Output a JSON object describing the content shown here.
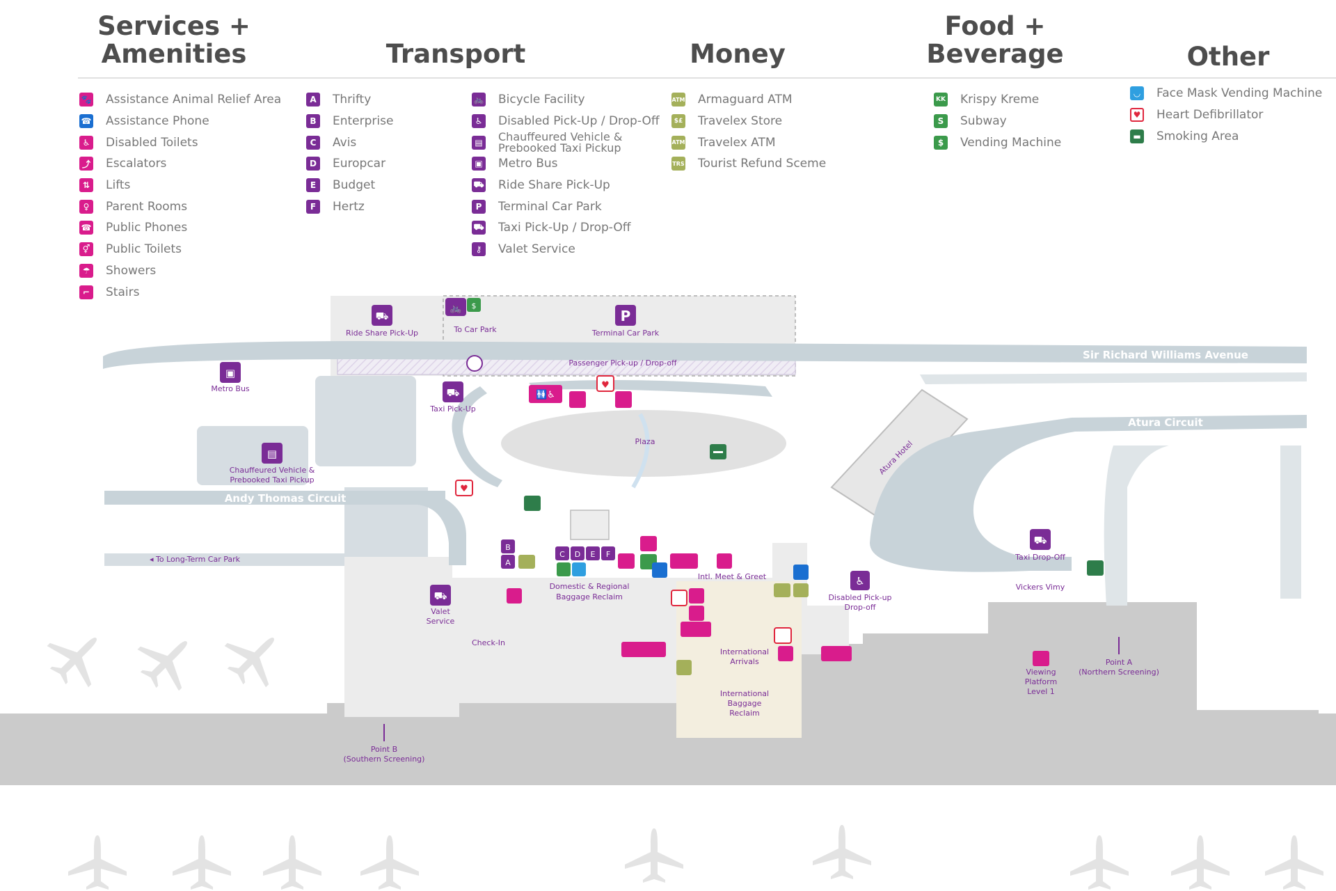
{
  "headers": {
    "services": [
      "Services +",
      "Amenities"
    ],
    "transport": "Transport",
    "money": "Money",
    "food": [
      "Food +",
      "Beverage"
    ],
    "other": "Other"
  },
  "colors": {
    "services": "#d91c8c",
    "car_hire": "#7a2c96",
    "assistance": "#1a6fd1",
    "money": "#a4b05a",
    "food": "#3b9a4b",
    "defibrillator": "#e0263d",
    "road": "#c9d3d8",
    "building": "#e9e9e9",
    "airside": "#c9c9c9"
  },
  "legend": {
    "services": [
      {
        "label": "Assistance Animal Relief Area",
        "icon": "paw-icon"
      },
      {
        "label": "Assistance Phone",
        "icon": "phone-icon"
      },
      {
        "label": "Disabled Toilets",
        "icon": "wheelchair-icon"
      },
      {
        "label": "Escalators",
        "icon": "escalator-icon"
      },
      {
        "label": "Lifts",
        "icon": "lift-icon"
      },
      {
        "label": "Parent Rooms",
        "icon": "parent-room-icon"
      },
      {
        "label": "Public Phones",
        "icon": "phone-icon"
      },
      {
        "label": "Public Toilets",
        "icon": "toilets-icon"
      },
      {
        "label": "Showers",
        "icon": "shower-icon"
      },
      {
        "label": "Stairs",
        "icon": "stairs-icon"
      }
    ],
    "car_hire": [
      {
        "code": "A",
        "label": "Thrifty"
      },
      {
        "code": "B",
        "label": "Enterprise"
      },
      {
        "code": "C",
        "label": "Avis"
      },
      {
        "code": "D",
        "label": "Europcar"
      },
      {
        "code": "E",
        "label": "Budget"
      },
      {
        "code": "F",
        "label": "Hertz"
      }
    ],
    "transport": [
      {
        "label": "Bicycle Facility",
        "icon": "bicycle-icon"
      },
      {
        "label": "Disabled Pick-Up / Drop-Off",
        "icon": "wheelchair-icon"
      },
      {
        "label": "Chauffeured Vehicle & Prebooked Taxi Pickup",
        "icon": "chauffeur-icon"
      },
      {
        "label": "Metro Bus",
        "icon": "bus-icon"
      },
      {
        "label": "Ride Share Pick-Up",
        "icon": "ride-share-icon"
      },
      {
        "label": "Terminal Car Park",
        "icon": "parking-icon"
      },
      {
        "label": "Taxi Pick-Up / Drop-Off",
        "icon": "taxi-icon"
      },
      {
        "label": "Valet Service",
        "icon": "valet-icon"
      }
    ],
    "money": [
      {
        "code": "ATM",
        "label": "Armaguard ATM"
      },
      {
        "code": "$£",
        "label": "Travelex Store"
      },
      {
        "code": "ATM",
        "label": "Travelex ATM"
      },
      {
        "code": "TRS",
        "label": "Tourist Refund Sceme"
      }
    ],
    "food": [
      {
        "code": "KK",
        "label": "Krispy Kreme"
      },
      {
        "code": "S",
        "label": "Subway"
      },
      {
        "code": "$",
        "label": "Vending Machine"
      }
    ],
    "other": [
      {
        "label": "Face Mask Vending Machine",
        "icon": "mask-icon"
      },
      {
        "label": "Heart Defibrillator",
        "icon": "heart-icon"
      },
      {
        "label": "Smoking Area",
        "icon": "smoking-icon"
      }
    ]
  },
  "map": {
    "roads": {
      "main": "Sir Richard Williams Avenue",
      "atura": "Atura Circuit",
      "andy": "Andy Thomas Circuit",
      "long_term": "◂ To Long-Term Car Park"
    },
    "labels": {
      "ride_share": "Ride Share Pick-Up",
      "to_car_park": "To Car Park",
      "terminal_car_park": "Terminal Car Park",
      "passenger": "Passenger Pick-up / Drop-off",
      "metro_bus": "Metro Bus",
      "taxi_pickup": "Taxi Pick-Up",
      "plaza": "Plaza",
      "chauffeured": [
        "Chauffeured Vehicle &",
        "Prebooked Taxi Pickup"
      ],
      "atura_hotel": "Atura Hotel",
      "taxi_dropoff": "Taxi Drop-Off",
      "vickers": "Vickers Vimy",
      "valet": [
        "Valet",
        "Service"
      ],
      "check_in": "Check-In",
      "domestic": [
        "Domestic & Regional",
        "Baggage Reclaim"
      ],
      "meet_greet": "Intl. Meet & Greet",
      "intl_arrivals": [
        "International",
        "Arrivals"
      ],
      "intl_baggage": [
        "International",
        "Baggage",
        "Reclaim"
      ],
      "disabled_pickup": [
        "Disabled Pick-up",
        "Drop-off"
      ],
      "viewing": [
        "Viewing",
        "Platform",
        "Level 1"
      ],
      "point_a": [
        "Point A",
        "(Northern Screening)"
      ],
      "point_b": [
        "Point B",
        "(Southern Screening)"
      ],
      "car_hire_codes": [
        "C",
        "D",
        "E",
        "F"
      ],
      "car_hire_codes_2": [
        "B",
        "A"
      ]
    }
  }
}
